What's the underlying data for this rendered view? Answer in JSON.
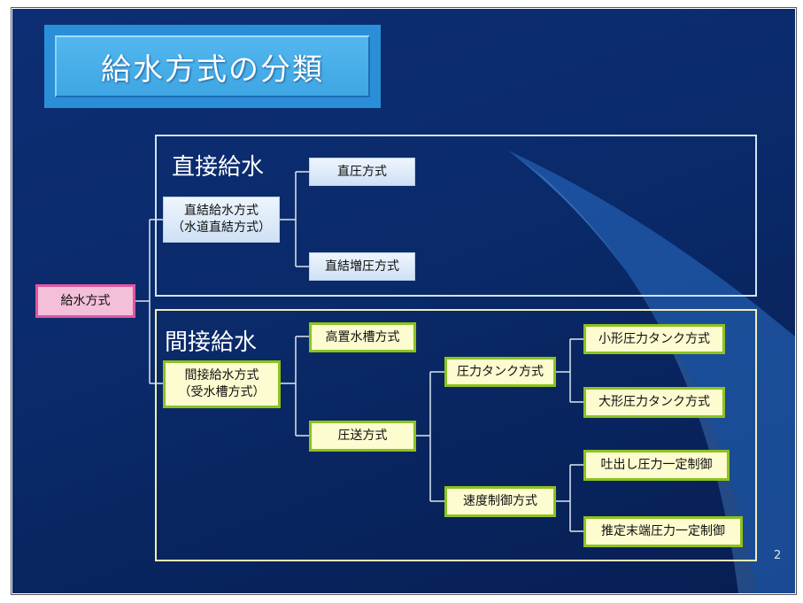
{
  "title": "給水方式の分類",
  "page_number": "2",
  "root": "給水方式",
  "direct": {
    "label": "直接給水",
    "method_line1": "直結給水方式",
    "method_line2": "（水道直結方式）",
    "children": [
      "直圧方式",
      "直結増圧方式"
    ]
  },
  "indirect": {
    "label": "間接給水",
    "method_line1": "間接給水方式",
    "method_line2": "（受水槽方式）",
    "high_tank": "高置水槽方式",
    "pressure_feed": "圧送方式",
    "pressure_tank": "圧力タンク方式",
    "speed_control": "速度制御方式",
    "pressure_tank_children": [
      "小形圧力タンク方式",
      "大形圧力タンク方式"
    ],
    "speed_control_children": [
      "吐出し圧力一定制御",
      "推定末端圧力一定制御"
    ]
  },
  "colors": {
    "background": "#0a2a6a",
    "direct_node": "#dbe9f8",
    "indirect_node_fill": "#fdfbd0",
    "indirect_node_border": "#8dc21f",
    "root_fill": "#f4bfd9",
    "root_border": "#e0569e"
  }
}
